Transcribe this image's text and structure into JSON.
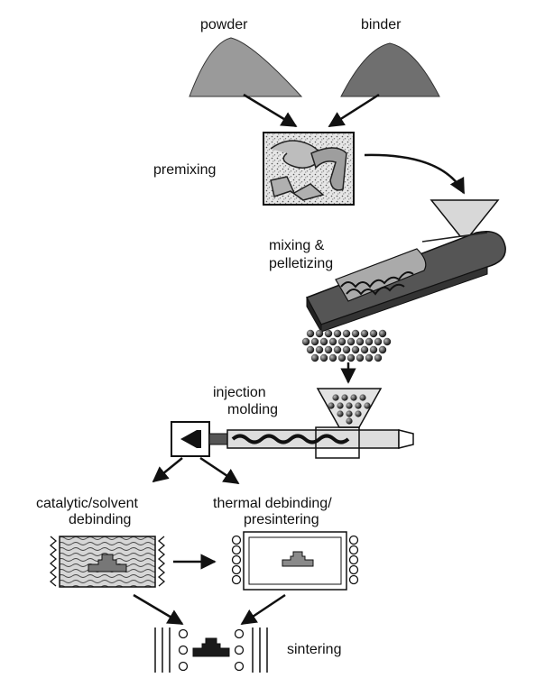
{
  "labels": {
    "powder": "powder",
    "binder": "binder",
    "premixing": "premixing",
    "mixing_line1": "mixing &",
    "mixing_line2": "pelletizing",
    "injection_line1": "injection",
    "injection_line2": "molding",
    "catalytic_line1": "catalytic/solvent",
    "catalytic_line2": "debinding",
    "thermal_line1": "thermal debinding/",
    "thermal_line2": "presintering",
    "sintering": "sintering"
  },
  "colors": {
    "ink": "#111111",
    "powder": "#9a9a9a",
    "binder": "#6f6f6f",
    "part": "#777777",
    "sintered": "#1a1a1a"
  }
}
